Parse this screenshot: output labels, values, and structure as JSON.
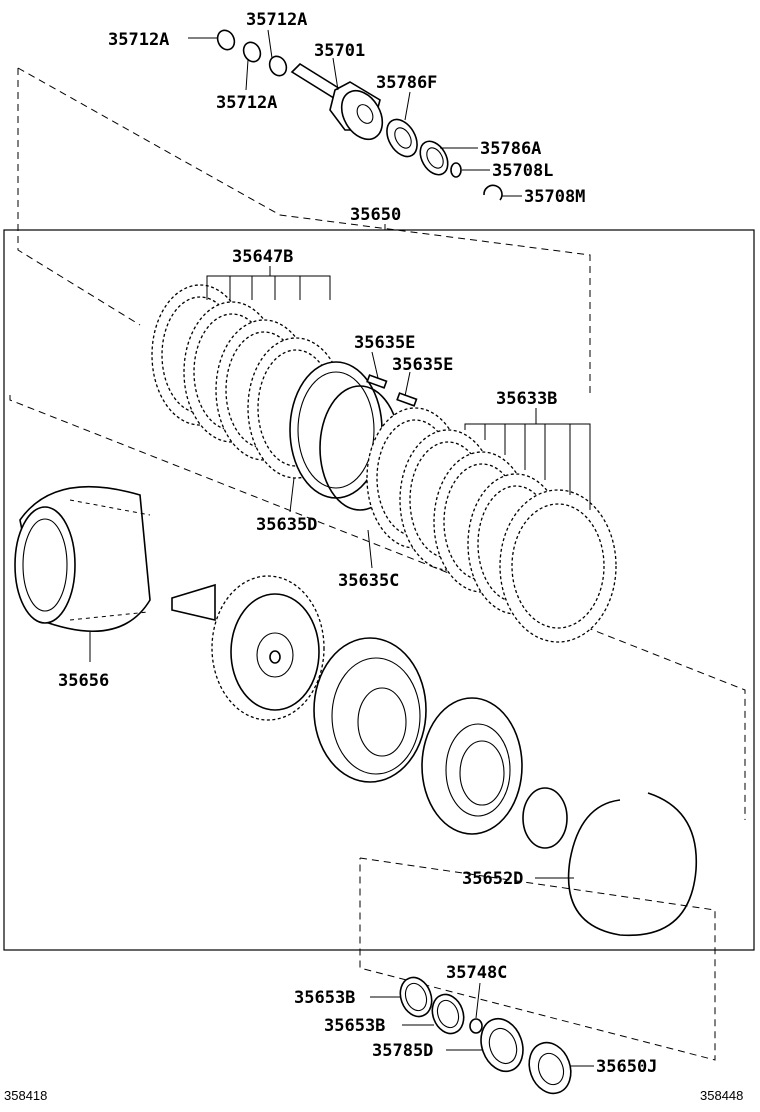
{
  "parts": {
    "p35712A_1": "35712A",
    "p35712A_2": "35712A",
    "p35712A_3": "35712A",
    "p35701": "35701",
    "p35786F": "35786F",
    "p35786A": "35786A",
    "p35708L": "35708L",
    "p35708M": "35708M",
    "p35650": "35650",
    "p35647B": "35647B",
    "p35635E_1": "35635E",
    "p35635E_2": "35635E",
    "p35633B": "35633B",
    "p35635D": "35635D",
    "p35635C": "35635C",
    "p35656": "35656",
    "p35652D": "35652D",
    "p35748C": "35748C",
    "p35653B_1": "35653B",
    "p35653B_2": "35653B",
    "p35785D": "35785D",
    "p35650J": "35650J"
  },
  "footer": {
    "left_code": "358418",
    "right_code": "358448"
  }
}
